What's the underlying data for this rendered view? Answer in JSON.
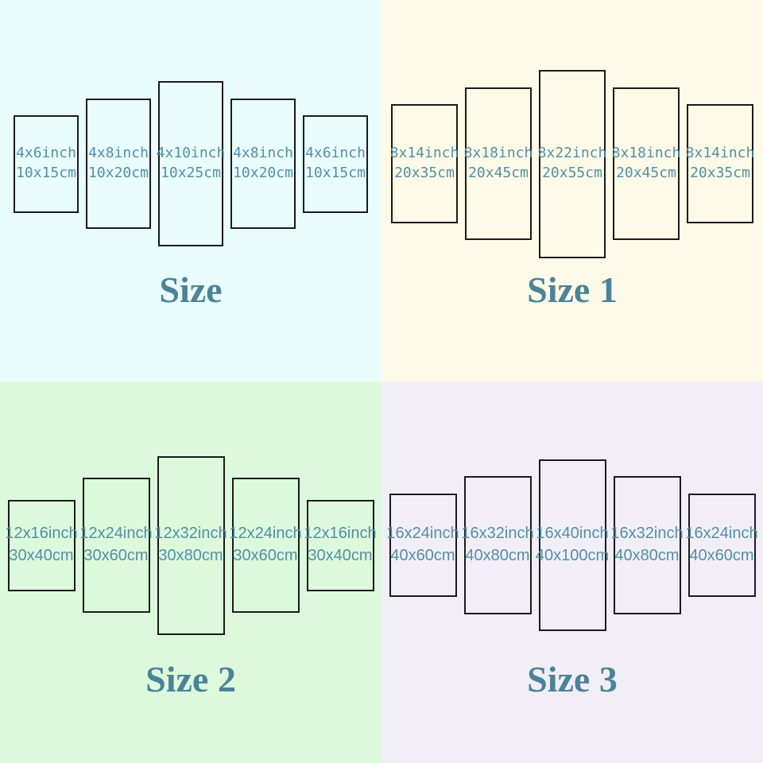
{
  "colors": {
    "panel_border": "#1b1b1b",
    "label_text": "#5290a6",
    "title_text": "#4b8398",
    "quadrant1_bg": "#eafdfd",
    "quadrant2_bg": "#fdfbe7",
    "quadrant3_bg": "#ddf9dc",
    "quadrant4_bg": "#f2eef8"
  },
  "quadrants": [
    {
      "title": "Size",
      "panels": [
        {
          "line1": "4x6inch",
          "line2": "10x15cm"
        },
        {
          "line1": "4x8inch",
          "line2": "10x20cm"
        },
        {
          "line1": "4x10inch",
          "line2": "10x25cm"
        },
        {
          "line1": "4x8inch",
          "line2": "10x20cm"
        },
        {
          "line1": "4x6inch",
          "line2": "10x15cm"
        }
      ]
    },
    {
      "title": "Size 1",
      "panels": [
        {
          "line1": "8x14inch",
          "line2": "20x35cm"
        },
        {
          "line1": "8x18inch",
          "line2": "20x45cm"
        },
        {
          "line1": "8x22inch",
          "line2": "20x55cm"
        },
        {
          "line1": "8x18inch",
          "line2": "20x45cm"
        },
        {
          "line1": "8x14inch",
          "line2": "20x35cm"
        }
      ]
    },
    {
      "title": "Size 2",
      "panels": [
        {
          "line1": "12x16inch",
          "line2": "30x40cm"
        },
        {
          "line1": "12x24inch",
          "line2": "30x60cm"
        },
        {
          "line1": "12x32inch",
          "line2": "30x80cm"
        },
        {
          "line1": "12x24inch",
          "line2": "30x60cm"
        },
        {
          "line1": "12x16inch",
          "line2": "30x40cm"
        }
      ]
    },
    {
      "title": "Size 3",
      "panels": [
        {
          "line1": "16x24inch",
          "line2": "40x60cm"
        },
        {
          "line1": "16x32inch",
          "line2": "40x80cm"
        },
        {
          "line1": "16x40inch",
          "line2": "40x100cm"
        },
        {
          "line1": "16x32inch",
          "line2": "40x80cm"
        },
        {
          "line1": "16x24inch",
          "line2": "40x60cm"
        }
      ]
    }
  ]
}
